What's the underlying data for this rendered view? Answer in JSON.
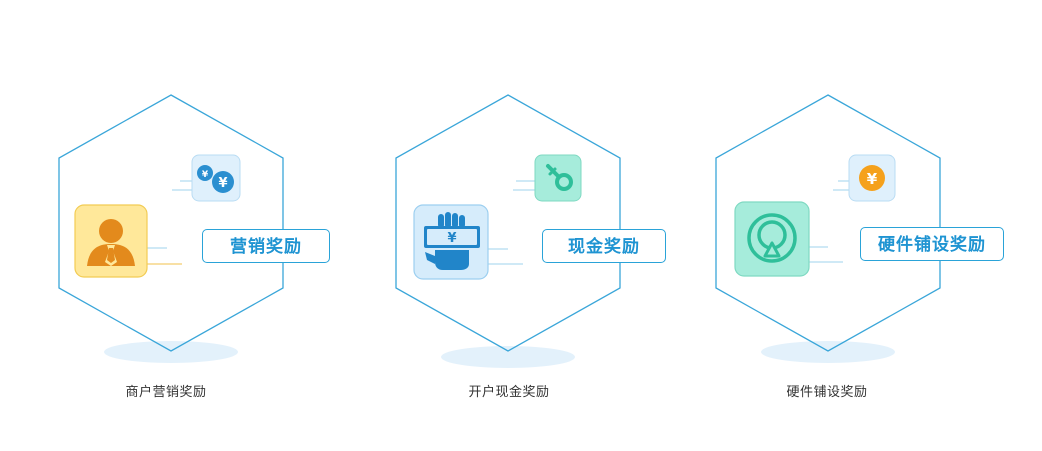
{
  "colors": {
    "hex_stroke": "#3aa6d9",
    "label_border": "#2aa3d8",
    "label_text": "#1f94d2",
    "shadow": "#e3f1fb",
    "merchant_tile": "#ffe89a",
    "merchant_figure": "#e38a1c",
    "cash_tile": "#d6ecfb",
    "cash_hand": "#2185c9",
    "hardware_tile": "#a6ecdb",
    "hardware_icon": "#2fbf9a",
    "coin_orange": "#f5a11c",
    "coin_blue": "#2b8fd0",
    "key_teal": "#2fbf9a"
  },
  "cards": [
    {
      "label": "营销奖励",
      "title": "商户营销奖励",
      "main_icon": "merchant-person-icon",
      "small_icon": "yuan-coins-icon"
    },
    {
      "label": "现金奖励",
      "title": "开户现金奖励",
      "main_icon": "hand-holding-cash-icon",
      "small_icon": "key-icon"
    },
    {
      "label": "硬件铺设奖励",
      "title": "硬件铺设奖励",
      "main_icon": "pos-terminal-icon",
      "small_icon": "yuan-coin-icon"
    }
  ],
  "icons": {
    "yuan_symbol": "¥"
  }
}
